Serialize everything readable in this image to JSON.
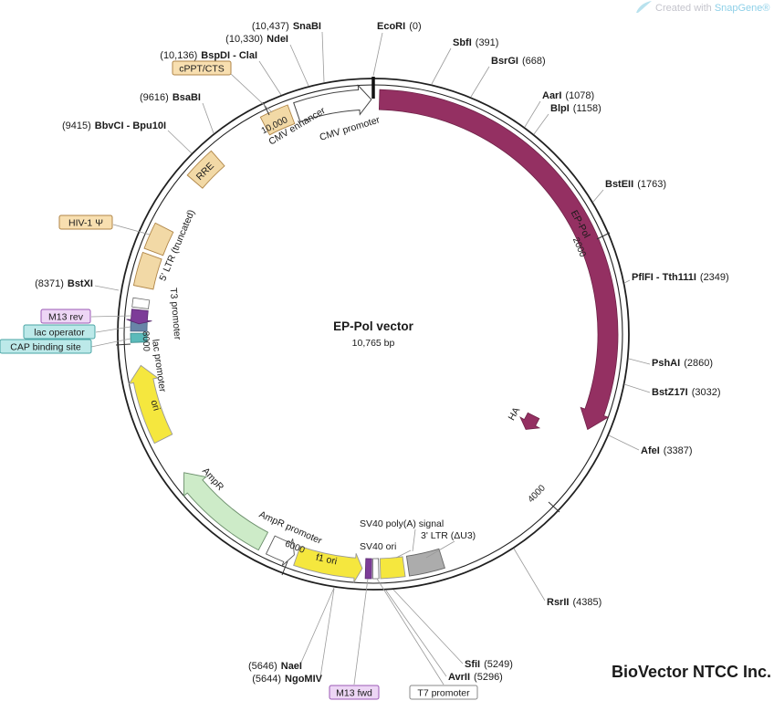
{
  "watermark": {
    "prefix": "Created with ",
    "brand": "SnapGene®"
  },
  "branding": {
    "company": "BioVector NTCC Inc."
  },
  "plasmid": {
    "name": "EP-Pol vector",
    "size": "10,765 bp"
  },
  "scale": {
    "t2000": "2000",
    "t4000": "4000",
    "t6000": "6000",
    "t8000": "8000",
    "t10000": "10,000"
  },
  "sites": [
    {
      "name": "EcoRI",
      "pos": "(0)",
      "bp": 0
    },
    {
      "name": "SbfI",
      "pos": "(391)",
      "bp": 391
    },
    {
      "name": "BsrGI",
      "pos": "(668)",
      "bp": 668
    },
    {
      "name": "AarI",
      "pos": "(1078)",
      "bp": 1078
    },
    {
      "name": "BlpI",
      "pos": "(1158)",
      "bp": 1158
    },
    {
      "name": "BstEII",
      "pos": "(1763)",
      "bp": 1763
    },
    {
      "name": "PflFI - Tth111I",
      "pos": "(2349)",
      "bp": 2349
    },
    {
      "name": "PshAI",
      "pos": "(2860)",
      "bp": 2860
    },
    {
      "name": "BstZ17I",
      "pos": "(3032)",
      "bp": 3032
    },
    {
      "name": "AfeI",
      "pos": "(3387)",
      "bp": 3387
    },
    {
      "name": "RsrII",
      "pos": "(4385)",
      "bp": 4385
    },
    {
      "name": "SfiI",
      "pos": "(5249)",
      "bp": 5249
    },
    {
      "name": "AvrII",
      "pos": "(5296)",
      "bp": 5296
    },
    {
      "name": "NaeI",
      "pos": "(5646)",
      "bp": 5646
    },
    {
      "name": "NgoMIV",
      "pos": "(5644)",
      "bp": 5644
    },
    {
      "name": "BstXI",
      "pos": "(8371)",
      "bp": 8371
    },
    {
      "name": "BbvCI - Bpu10I",
      "pos": "(9415)",
      "bp": 9415
    },
    {
      "name": "BsaBI",
      "pos": "(9616)",
      "bp": 9616
    },
    {
      "name": "BspDI - ClaI",
      "pos": "(10,136)",
      "bp": 10136
    },
    {
      "name": "NdeI",
      "pos": "(10,330)",
      "bp": 10330
    },
    {
      "name": "SnaBI",
      "pos": "(10,437)",
      "bp": 10437
    }
  ],
  "features": {
    "cmv_enhancer": "CMV enhancer",
    "cmv_promoter": "CMV promoter",
    "ep_pol": "EP-Pol",
    "ha": "HA",
    "ltr3": "3' LTR (ΔU3)",
    "sv40_polya": "SV40 poly(A) signal",
    "sv40_ori": "SV40 ori",
    "t7_promoter": "T7 promoter",
    "m13_fwd": "M13 fwd",
    "f1_ori": "f1 ori",
    "ampr_promoter": "AmpR promoter",
    "ampr": "AmpR",
    "ori": "ori",
    "cap_binding_site": "CAP binding site",
    "lac_operator": "lac operator",
    "m13_rev": "M13 rev",
    "lac_promoter": "lac promoter",
    "t3_promoter": "T3 promoter",
    "ltr5": "5' LTR (truncated)",
    "hiv1_psi": "HIV-1 Ψ",
    "rre": "RRE",
    "cppt_cts": "cPPT/CTS"
  },
  "colors": {
    "cds_maroon": "#943062",
    "misc_tan": "#F2D9A6",
    "ori_yellow": "#F5E73E",
    "ampr_green": "#CDEBC8",
    "ltr_gray": "#ACACAC",
    "m13_purple": "#7D3C98",
    "cap_teal": "#5BBABA",
    "laco_slate": "#6884A8",
    "label_tan_bg": "#F8DFB0",
    "label_purple_bg": "#EDD6F5",
    "label_cyan_bg": "#BCE9E9"
  }
}
